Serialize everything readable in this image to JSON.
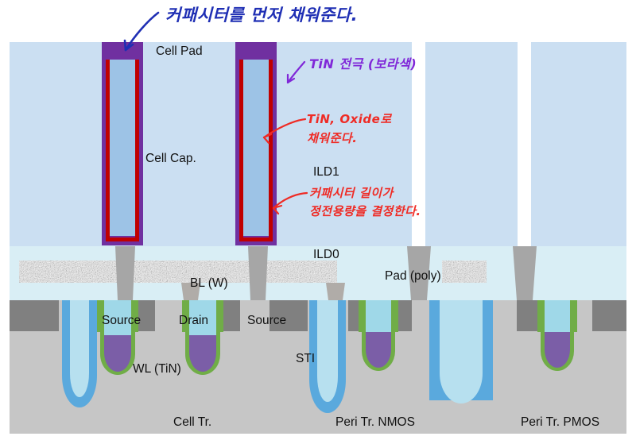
{
  "figure": {
    "title_note": "DRAM cross-section schematic with handwritten Korean annotations",
    "background": "#ffffff"
  },
  "colors": {
    "ild1": "#cbdff2",
    "ild0": "#d9eef5",
    "substrate": "#c6c6c6",
    "source_drain": "#808080",
    "plug_gray": "#a6a6a6",
    "cap_outer_purple": "#7030a0",
    "cap_inner_red": "#c00000",
    "cap_fill_blue": "#9dc3e6",
    "cap_pad_purple": "#7030a0",
    "wl_green": "#70ad47",
    "wl_purple": "#7b5ea7",
    "wl_lightblue": "#9fd8e8",
    "sti_blue": "#5aa9dd",
    "sti_inner": "#b7e0ef",
    "bl_speckle_base": "#e8e8e8",
    "handwriting_blue": "#1f2fb4",
    "handwriting_purple": "#8028d8",
    "handwriting_red": "#ef2b25"
  },
  "labels": {
    "cell_pad": "Cell Pad",
    "cell_cap": "Cell Cap.",
    "ild1": "ILD1",
    "ild0": "ILD0",
    "bl_w": "BL (W)",
    "pad_poly": "Pad (poly)",
    "source_left": "Source",
    "drain": "Drain",
    "source_right": "Source",
    "wl_tin": "WL (TiN)",
    "sti": "STI",
    "cell_tr": "Cell Tr.",
    "peri_nmos": "Peri Tr. NMOS",
    "peri_pmos": "Peri Tr. PMOS"
  },
  "annotations": {
    "blue_top": "커패시터를 먼저 채워준다.",
    "purple_tin": "TiN 전극 (보라색)",
    "red_fill_line1": "TiN, Oxide로",
    "red_fill_line2": "채워준다.",
    "red_cap_line1": "커패시터 길이가",
    "red_cap_line2": "정전용량을 결정한다."
  }
}
